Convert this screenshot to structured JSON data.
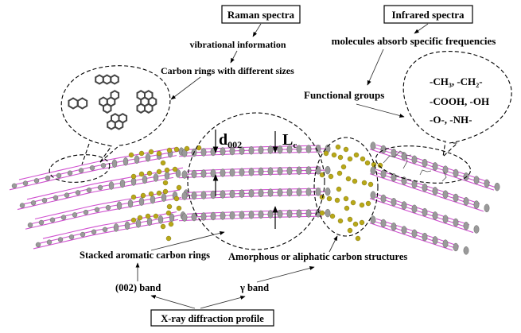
{
  "labels": {
    "raman_box": "Raman spectra",
    "vibrational": "vibrational information",
    "carbon_rings": "Carbon rings with different sizes",
    "infrared_box": "Infrared spectra",
    "molecules_absorb": "molecules absorb specific frequencies",
    "functional_groups": "Functional groups",
    "fg_line1_a": "-CH",
    "fg_line1_sub1": "3",
    "fg_line1_b": ", -CH",
    "fg_line1_sub2": "2",
    "fg_line1_c": "-",
    "fg_line2": "-COOH, -OH",
    "fg_line3": "-O-, -NH-",
    "d002_main": "d",
    "d002_sub": "002",
    "lc_main": "L",
    "lc_sub": "c",
    "stacked": "Stacked aromatic carbon rings",
    "amorphous": "Amorphous or aliphatic  carbon structures",
    "band_002": "(002) band",
    "gamma_band": "γ band",
    "xrd_box": "X-ray diffraction profile"
  },
  "colors": {
    "bond": "#d050d0",
    "aromatic_atom": "#9a9a9a",
    "aliphatic_atom": "#b8a818"
  }
}
